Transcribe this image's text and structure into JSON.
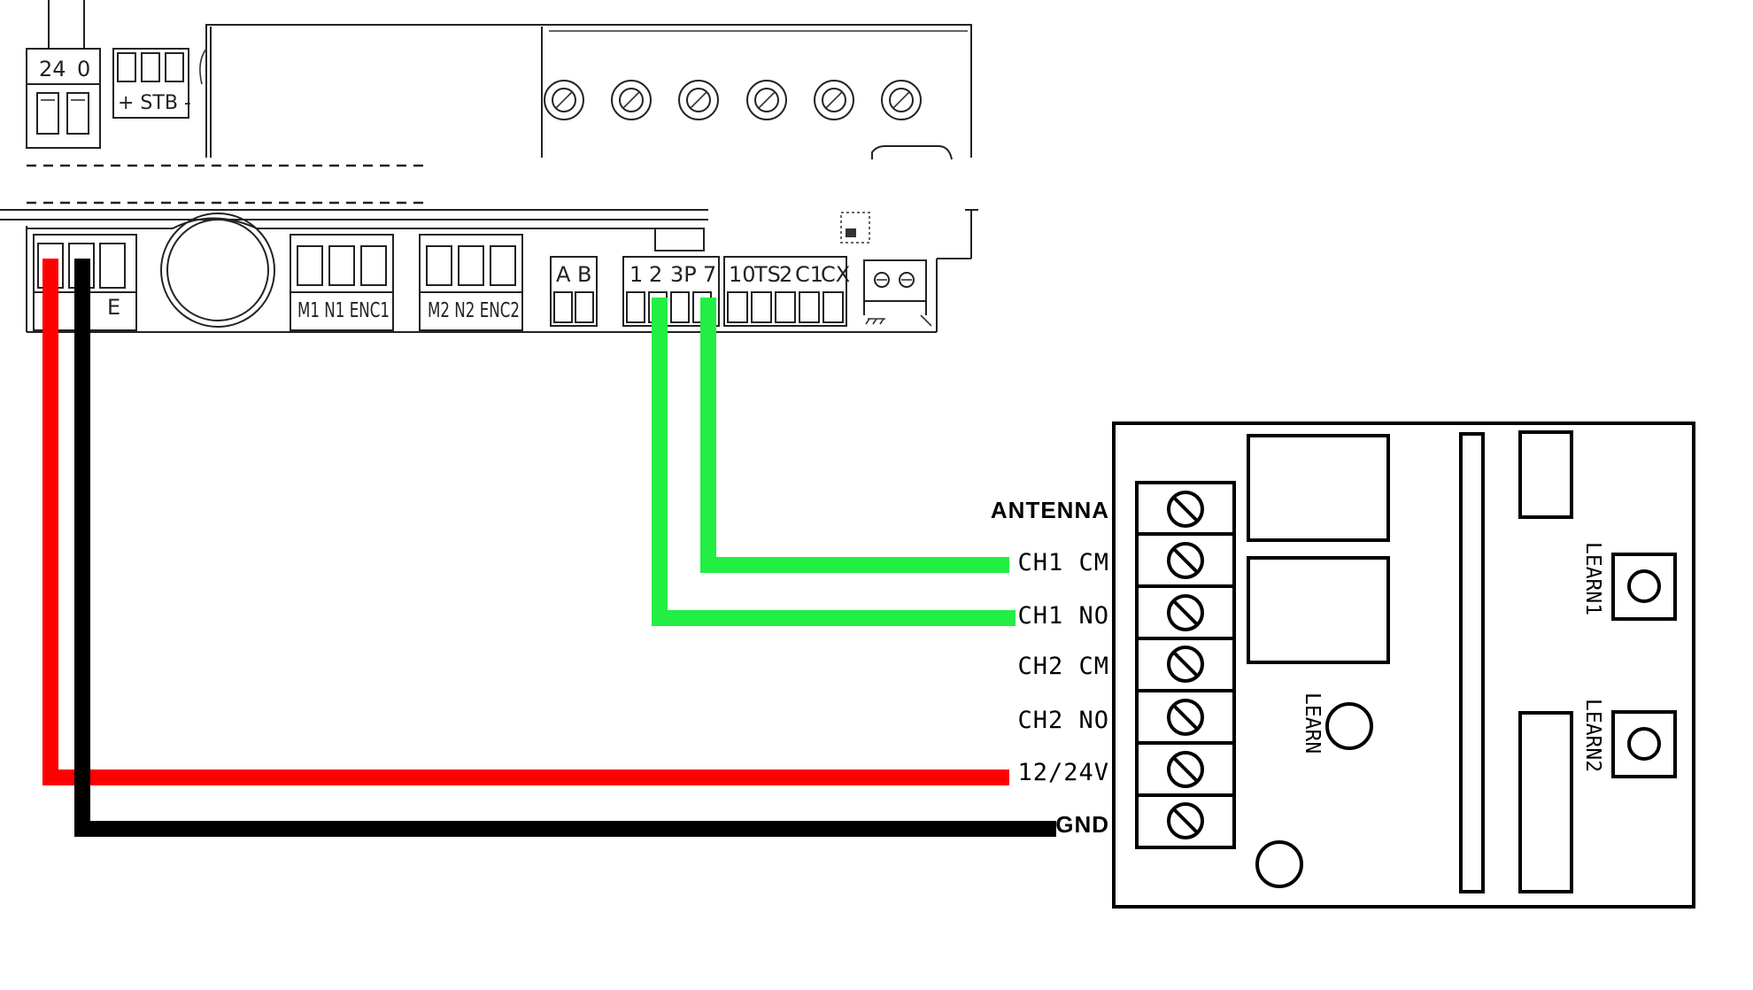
{
  "controller": {
    "power_terminals": [
      "24",
      "0"
    ],
    "stb_label": "+ STB -",
    "bottom_groups": {
      "ground_block": "E",
      "motor1": "M1 N1 ENC1",
      "motor2": "M2 N2 ENC2",
      "ab": [
        "A",
        "B"
      ],
      "inputs": [
        "1",
        "2",
        "3P",
        "7"
      ],
      "aux": [
        "10",
        "TS",
        "2",
        "C1",
        "CX"
      ]
    }
  },
  "receiver": {
    "terminals": [
      "ANTENNA",
      "CH1 CM",
      "CH1 NO",
      "CH2 CM",
      "CH2 NO",
      "12/24V",
      "GND"
    ],
    "learn_labels": [
      "LEARN",
      "LEARN1",
      "LEARN2"
    ]
  },
  "wires": [
    {
      "from": "E (left terminal)",
      "to": "12/24V",
      "color": "#ff0000"
    },
    {
      "from": "E (middle terminal)",
      "to": "GND",
      "color": "#000000"
    },
    {
      "from": "2",
      "to": "CH1 NO",
      "color": "#22ee44"
    },
    {
      "from": "7",
      "to": "CH1 CM",
      "color": "#22ee44"
    }
  ],
  "colors": {
    "power_wire": "#ff0000",
    "ground_wire": "#000000",
    "signal_wire": "#22ee44"
  }
}
